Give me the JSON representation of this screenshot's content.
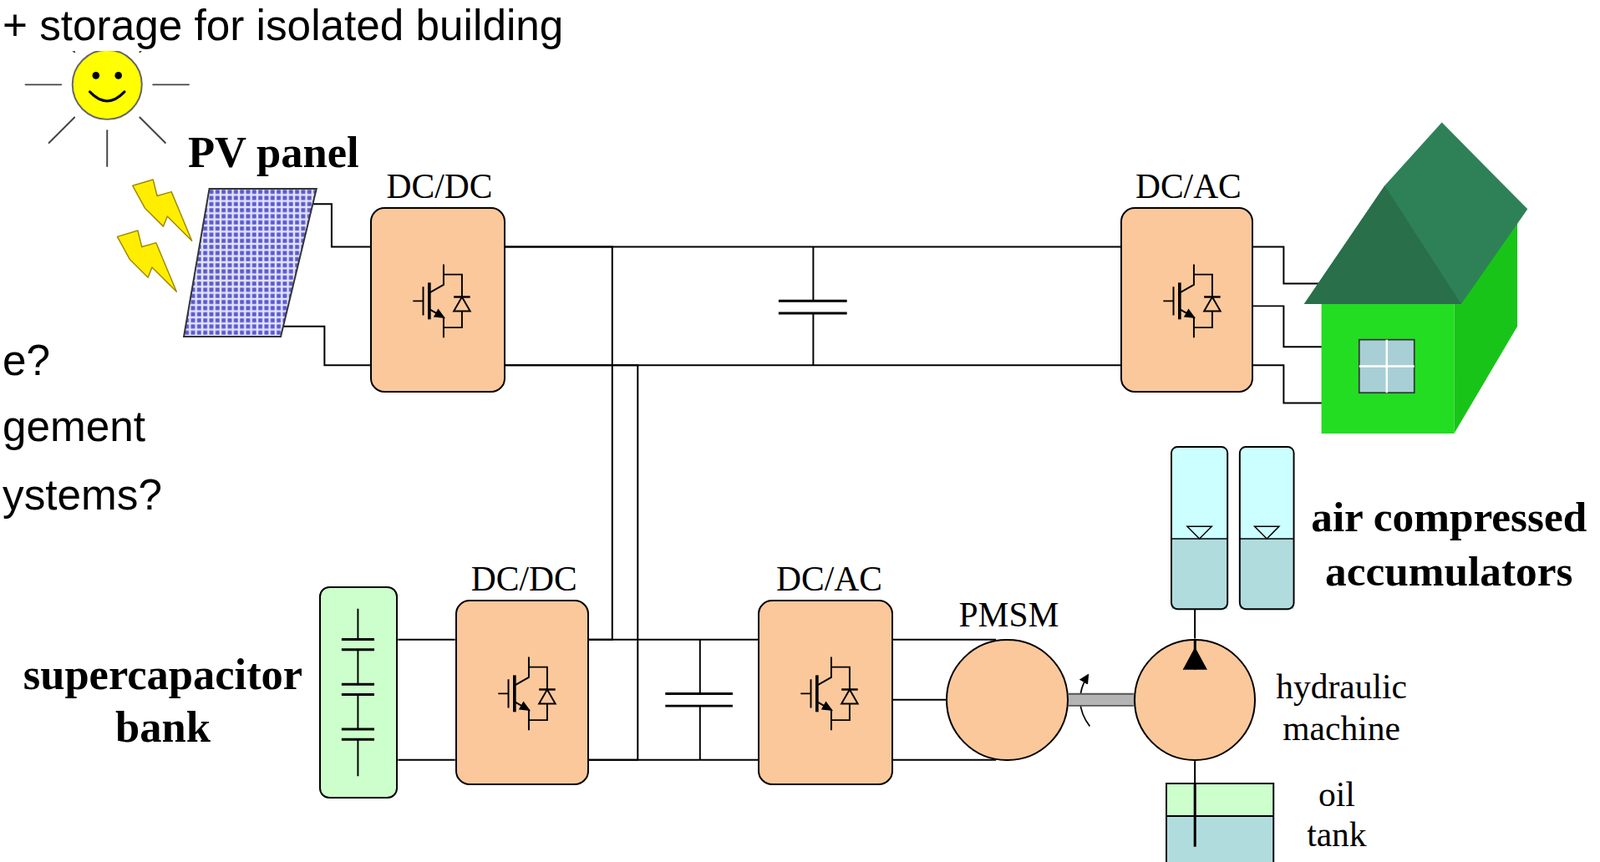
{
  "diagram": {
    "nodes": [
      {
        "text": [
          "PV panel"
        ]
      },
      {
        "text": [
          "DC/DC"
        ]
      },
      {
        "text": [
          "DC/AC"
        ]
      },
      {
        "text": [
          "supercapacitor bank"
        ]
      },
      {
        "text": [
          "DC/DC"
        ]
      },
      {
        "text": [
          "DC/AC"
        ]
      },
      {
        "text": [
          "PMSM"
        ]
      },
      {
        "text": [
          "air compressed accumulators"
        ]
      },
      {
        "text": [
          "hydraulic machine"
        ]
      },
      {
        "text": [
          "oil tank"
        ]
      }
    ],
    "edges": [
      {
        "from": 0,
        "to": 1,
        "arrow": "none"
      },
      {
        "from": 1,
        "to": 2,
        "arrow": "none"
      },
      {
        "from": 1,
        "to": 4,
        "arrow": "none"
      },
      {
        "from": 3,
        "to": 4,
        "arrow": "none"
      },
      {
        "from": 4,
        "to": 5,
        "arrow": "none"
      },
      {
        "from": 5,
        "to": 6,
        "arrow": "none"
      },
      {
        "from": 6,
        "to": 8,
        "arrow": "none"
      },
      {
        "from": 8,
        "to": 7,
        "arrow": "none"
      },
      {
        "from": 8,
        "to": 9,
        "arrow": "none"
      }
    ],
    "labels": [
      "+ storage for isolated building",
      "e?",
      "gement",
      "ystems?"
    ]
  }
}
